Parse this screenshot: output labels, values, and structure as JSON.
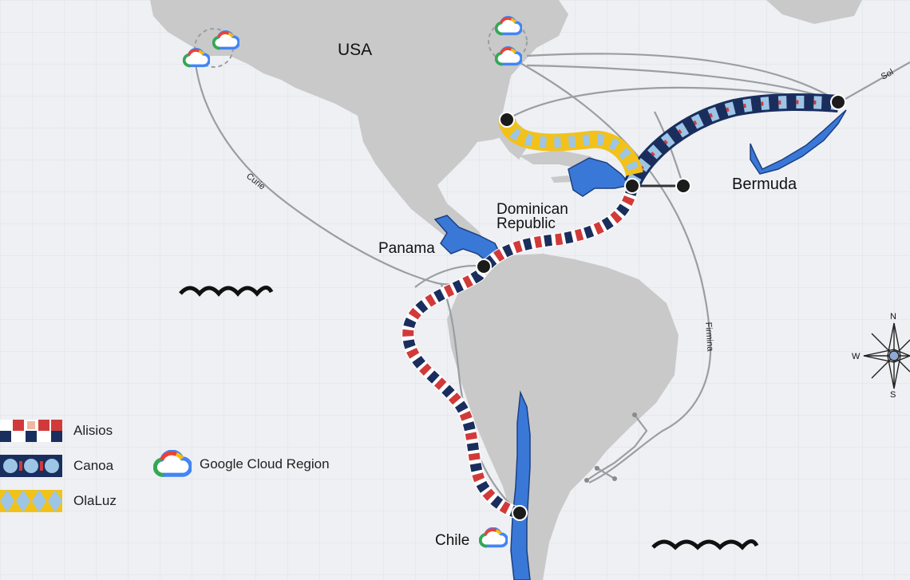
{
  "labels": {
    "usa": "USA",
    "dominican_republic_line1": "Dominican",
    "dominican_republic_line2": "Republic",
    "panama": "Panama",
    "bermuda": "Bermuda",
    "chile": "Chile"
  },
  "cables": {
    "curie": "Curie",
    "firmina": "Firmina",
    "sol": "Sol"
  },
  "compass": {
    "n": "N",
    "s": "S",
    "w": "W"
  },
  "legend": {
    "alisios": "Alisios",
    "canoa": "Canoa",
    "olaluz": "OlaLuz",
    "google_cloud_region": "Google Cloud Region"
  },
  "colors": {
    "ocean": "#eef0f3",
    "land": "#c9c9c9",
    "highlight_land": "#3a78d8",
    "cable": "#9a9ea3",
    "navy": "#1a2e5e",
    "red": "#d23a3a",
    "light_blue": "#9cc5e6",
    "yellow": "#f2c21b"
  },
  "icons": {
    "cloud": "google-cloud-icon",
    "landing": "landing-point-dot",
    "wave": "wave-icon",
    "compass": "compass-rose-icon"
  }
}
